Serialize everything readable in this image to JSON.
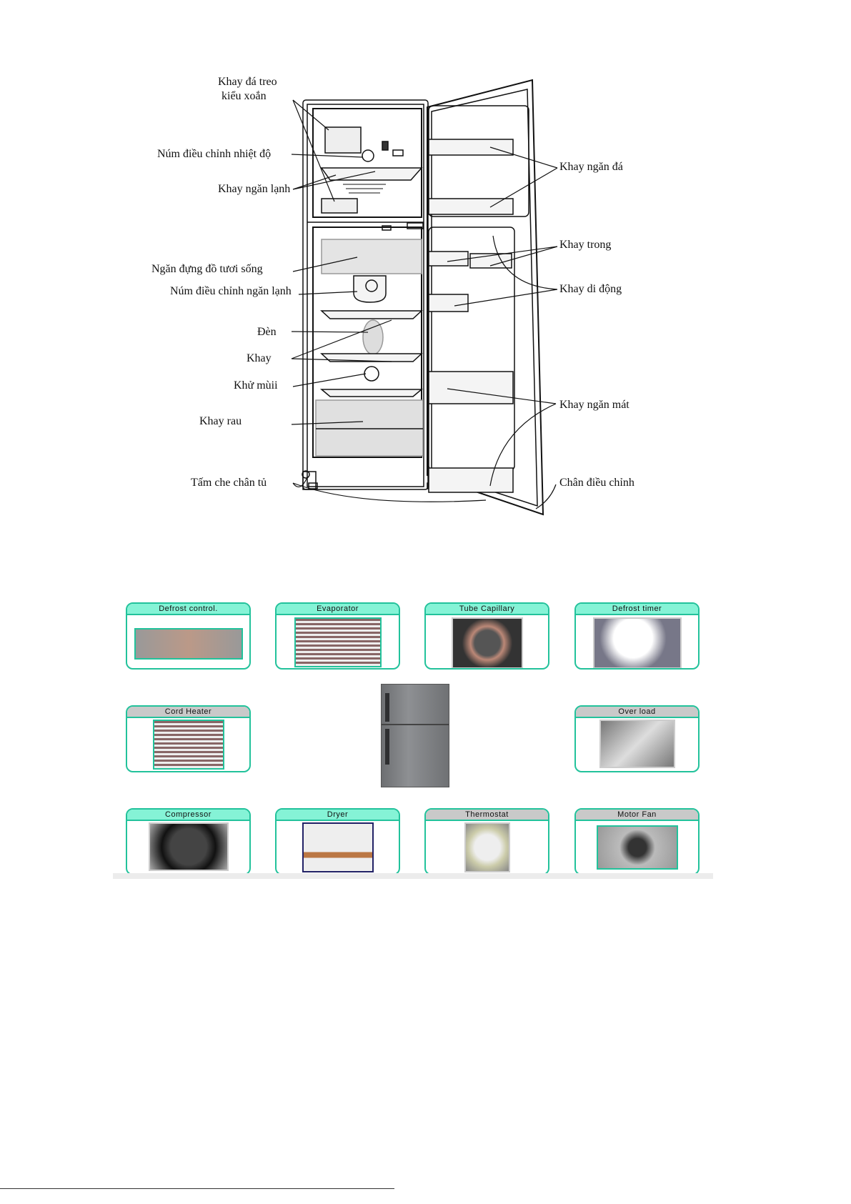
{
  "diagram": {
    "left_labels": [
      "Khay đá treo",
      "kiểu xoắn",
      "Núm điều chỉnh nhiệt độ",
      "Khay ngăn lạnh",
      "Ngăn đựng đồ tươi sống",
      "Núm điều chỉnh ngăn lạnh",
      "Đèn",
      "Khay",
      "Khử mùii",
      "Khay rau",
      "Tấm che chân tủ"
    ],
    "right_labels": [
      "Khay ngăn đá",
      "Khay trong",
      "Khay di động",
      "Khay ngăn mát",
      "Chân điều chỉnh"
    ]
  },
  "parts": [
    {
      "label": "Defrost control.",
      "header": "teal"
    },
    {
      "label": "Evaporator",
      "header": "teal"
    },
    {
      "label": "Tube Capillary",
      "header": "teal"
    },
    {
      "label": "Defrost timer",
      "header": "teal"
    },
    {
      "label": "Cord Heater",
      "header": "gray"
    },
    {
      "label": "Over load",
      "header": "gray"
    },
    {
      "label": "Compressor",
      "header": "teal"
    },
    {
      "label": "Dryer",
      "header": "teal"
    },
    {
      "label": "Thermostat",
      "header": "gray"
    },
    {
      "label": "Motor Fan",
      "header": "gray"
    }
  ],
  "colors": {
    "accent": "#22c29b",
    "header_teal": "#85f3d6",
    "header_gray": "#c9c9c9"
  }
}
